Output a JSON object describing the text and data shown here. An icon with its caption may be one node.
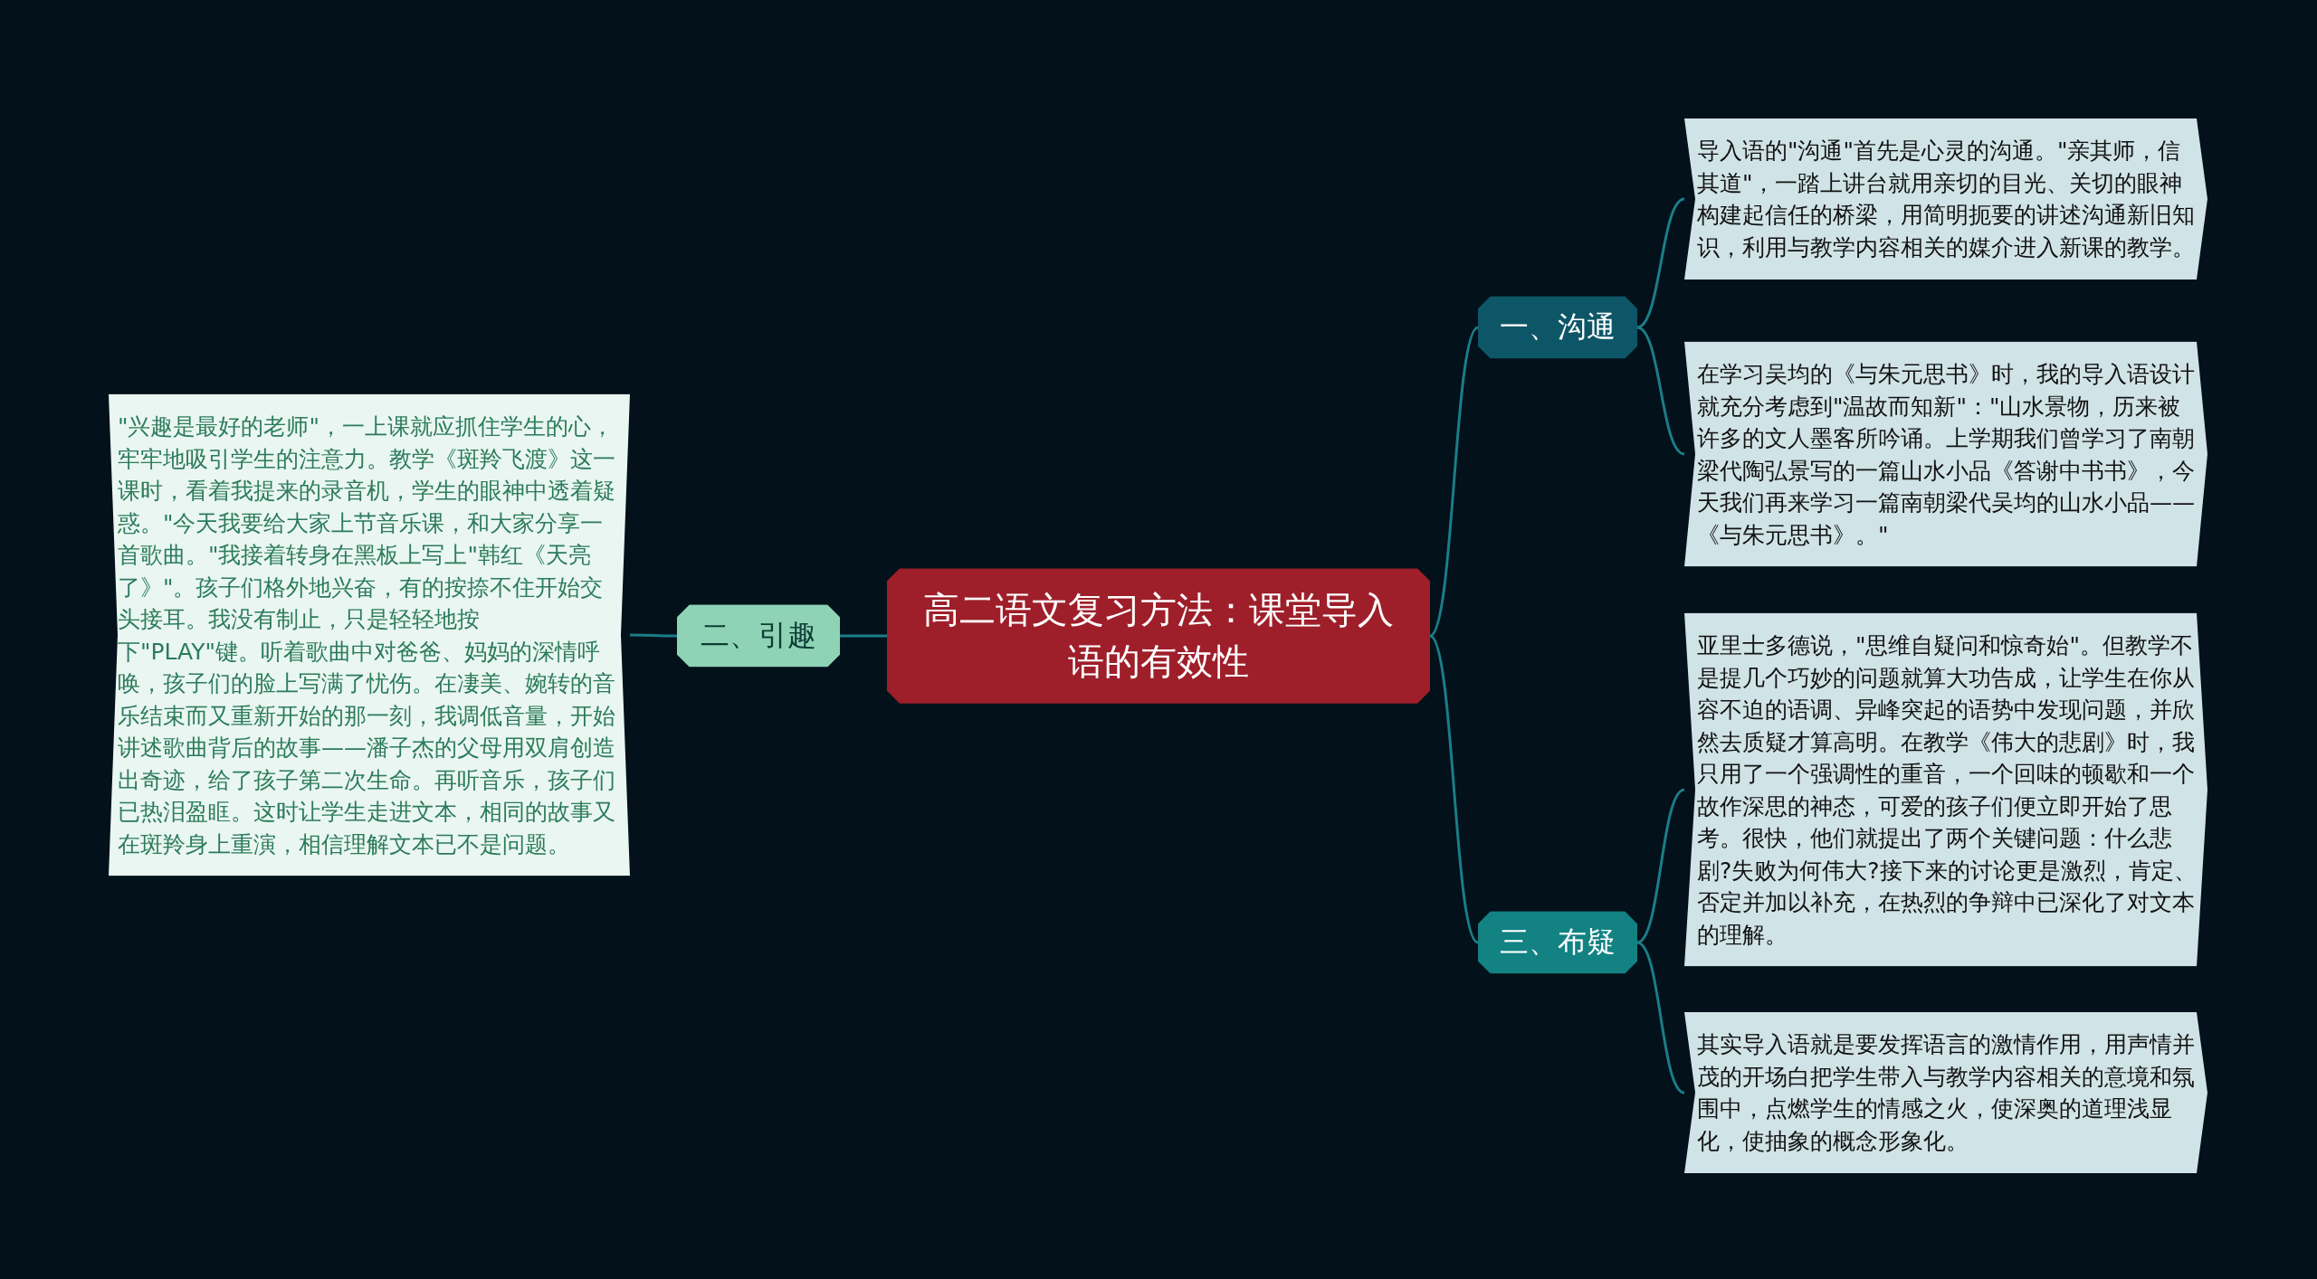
{
  "diagram": {
    "nodes": [
      {
        "text": [
          "高二语文复习方法：课堂导入语的有效性"
        ]
      },
      {
        "text": [
          "一、沟通"
        ]
      },
      {
        "text": [
          "导入语的\"沟通\"首先是心灵的沟通。\"亲其师，信其道\"，一踏上讲台就用亲切的目光、关切的眼神构建起信任的桥梁，用简明扼要的讲述沟通新旧知识，利用与教学内容相关的媒介进入新课的教学。"
        ]
      },
      {
        "text": [
          "在学习吴均的《与朱元思书》时，我的导入语设计就充分考虑到\"温故而知新\"：\"山水景物，历来被许多的文人墨客所吟诵。上学期我们曾学习了南朝梁代陶弘景写的一篇山水小品《答谢中书书》，今天我们再来学习一篇南朝梁代吴均的山水小品——《与朱元思书》。\""
        ]
      },
      {
        "text": [
          "三、布疑"
        ]
      },
      {
        "text": [
          "亚里士多德说，\"思维自疑问和惊奇始\"。但教学不是提几个巧妙的问题就算大功告成，让学生在你从容不迫的语调、异峰突起的语势中发现问题，并欣然去质疑才算高明。在教学《伟大的悲剧》时，我只用了一个强调性的重音，一个回味的顿歇和一个故作深思的神态，可爱的孩子们便立即开始了思考。很快，他们就提出了两个关键问题：什么悲剧?失败为何伟大?接下来的讨论更是激烈，肯定、否定并加以补充，在热烈的争辩中已深化了对文本的理解。"
        ]
      },
      {
        "text": [
          "其实导入语就是要发挥语言的激情作用，用声情并茂的开场白把学生带入与教学内容相关的意境和氛围中，点燃学生的情感之火，使深奥的道理浅显化，使抽象的概念形象化。"
        ]
      },
      {
        "text": [
          "二、引趣"
        ]
      },
      {
        "text": [
          "\"兴趣是最好的老师\"，一上课就应抓住学生的心，牢牢地吸引学生的注意力。教学《斑羚飞渡》这一课时，看着我提来的录音机，学生的眼神中透着疑惑。\"今天我要给大家上节音乐课，和大家分享一首歌曲。\"我接着转身在黑板上写上\"韩红《天亮了》\"。孩子们格外地兴奋，有的按捺不住开始交头接耳。我没有制止，只是轻轻地按下\"PLAY\"键。听着歌曲中对爸爸、妈妈的深情呼唤，孩子们的脸上写满了忧伤。在凄美、婉转的音乐结束而又重新开始的那一刻，我调低音量，开始讲述歌曲背后的故事——潘子杰的父母用双肩创造出奇迹，给了孩子第二次生命。再听音乐，孩子们已热泪盈眶。这时让学生走进文本，相同的故事又在斑羚身上重演，相信理解文本已不是问题。"
        ]
      }
    ],
    "edges": [
      {
        "from": 0,
        "to": 1,
        "arrow": "none"
      },
      {
        "from": 1,
        "to": 2,
        "arrow": "none"
      },
      {
        "from": 1,
        "to": 3,
        "arrow": "none"
      },
      {
        "from": 0,
        "to": 4,
        "arrow": "none"
      },
      {
        "from": 4,
        "to": 5,
        "arrow": "none"
      },
      {
        "from": 4,
        "to": 6,
        "arrow": "none"
      },
      {
        "from": 0,
        "to": 7,
        "arrow": "none"
      },
      {
        "from": 7,
        "to": 8,
        "arrow": "none"
      }
    ]
  }
}
